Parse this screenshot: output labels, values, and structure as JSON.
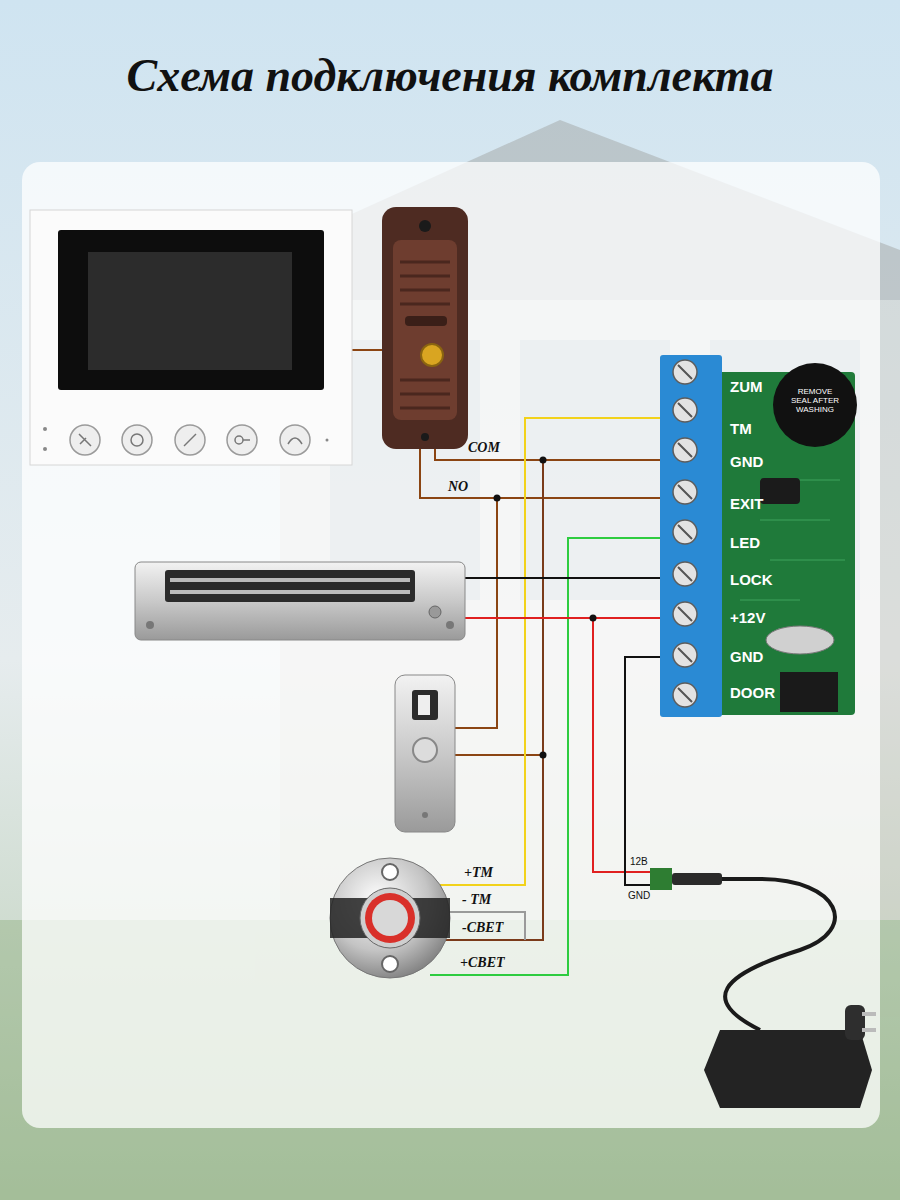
{
  "diagram": {
    "title": "Схема подключения комплекта",
    "labels": [
      "ZUM",
      "TM",
      "GND",
      "EXIT",
      "LED",
      "LOCK",
      "+12V",
      "GND",
      "DOOR",
      "REMOVE SEAL AFTER WASHING",
      "COM",
      "NO",
      "+TM",
      "- TM",
      "-СВЕТ",
      "+СВЕТ",
      "12В",
      "GND"
    ]
  }
}
